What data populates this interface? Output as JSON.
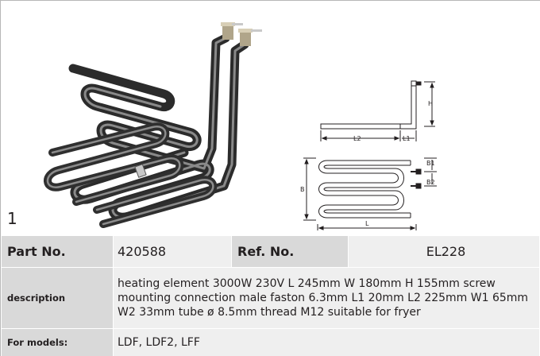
{
  "figure": {
    "number": "1"
  },
  "diagram": {
    "labels": {
      "h": "H",
      "l1": "L1",
      "l2": "L2",
      "b": "B",
      "b1": "B1",
      "b2": "B2",
      "l": "L"
    }
  },
  "table": {
    "part_no_label": "Part No.",
    "part_no_value": "420588",
    "ref_no_label": "Ref. No.",
    "ref_no_value": "EL228",
    "description_label": "description",
    "description_value": "heating element  3000W 230V L 245mm W 180mm H 155mm screw mounting connection male faston 6.3mm L1 20mm L2 225mm W1 65mm W2 33mm tube ø 8.5mm thread M12 suitable for fryer",
    "models_label": "For models:",
    "models_value": "LDF, LDF2, LFF"
  },
  "colors": {
    "label_bg": "#d9d9d9",
    "value_bg": "#efefef",
    "border": "#b7b7b7",
    "text": "#231f20"
  }
}
